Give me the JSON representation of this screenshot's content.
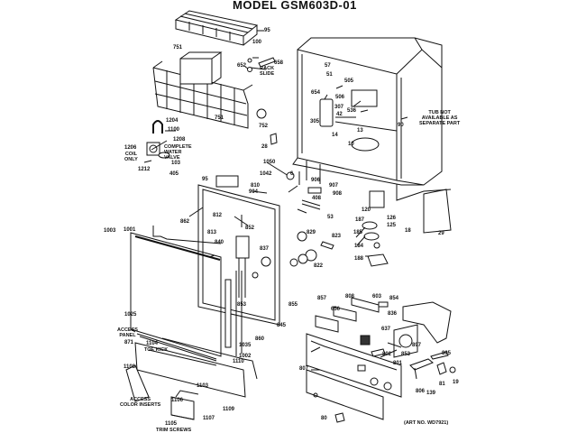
{
  "header": {
    "model_label": "MODEL",
    "model_number": "GSM603D-01",
    "art_number": "(ART NO. WD7921)"
  },
  "notes": {
    "rack_slide": "RACK\nSLIDE",
    "complete_water_valve": "COMPLETE\nWATER\nVALVE",
    "coil_only": "COIL\nONLY",
    "tub_not_available": "TUB NOT\nAVAILABLE AS\nSEPARATE PART",
    "access_panel": "ACCESS\nPANEL",
    "toe_kick": "TOE KICK",
    "access_color_inserts": "ACCESS\nCOLOR INSERTS",
    "trim_screws": "TRIM SCREWS"
  },
  "callouts": {
    "c95": "95",
    "c100": "100",
    "c751": "751",
    "c652": "652",
    "c658": "658",
    "c751b": "751",
    "c752": "752",
    "c1204": "1204",
    "c1100": "1100",
    "c1208": "1208",
    "c1206": "1206",
    "c1212": "1212",
    "c103": "103",
    "c405": "405",
    "c57": "57",
    "c51": "51",
    "c505": "505",
    "c654": "654",
    "c506": "506",
    "c307": "307",
    "c536": "536",
    "c42": "42",
    "c305": "305",
    "c14": "14",
    "c13": "13",
    "c10": "10",
    "c90": "90",
    "c28": "28",
    "c1050": "1050",
    "c1042": "1042",
    "c6": "6",
    "c906": "906",
    "c907": "907",
    "c908": "908",
    "c408": "408",
    "c53": "53",
    "c120": "120",
    "c126": "126",
    "c125": "125",
    "c187": "187",
    "c18": "18",
    "c29": "29",
    "c185": "185",
    "c184": "184",
    "c188": "188",
    "c829": "829",
    "c822": "822",
    "c823": "823",
    "c95b": "95",
    "c904": "904",
    "c862": "862",
    "c812": "812",
    "c813": "813",
    "c840": "840",
    "c1003": "1003",
    "c1001": "1001",
    "c1025": "1025",
    "c871": "871",
    "c1104": "1104",
    "c1108": "1108",
    "c1103": "1103",
    "c1106": "1106",
    "c1107": "1107",
    "c1109": "1109",
    "c1105": "1105",
    "c1110": "1110",
    "c1002": "1002",
    "c1035": "1035",
    "c860": "860",
    "c810": "810",
    "c845": "845",
    "c855": "855",
    "c853": "853",
    "c857": "857",
    "c808": "808",
    "c603": "603",
    "c656": "656",
    "c836": "836",
    "c637": "637",
    "c854": "854",
    "c853b": "853",
    "c802": "802",
    "c801": "801",
    "c805": "805",
    "c806": "806",
    "c139": "139",
    "c81": "81",
    "c19": "19",
    "c807": "807",
    "c80": "80",
    "c897": "897",
    "c852": "852",
    "c837": "837"
  }
}
